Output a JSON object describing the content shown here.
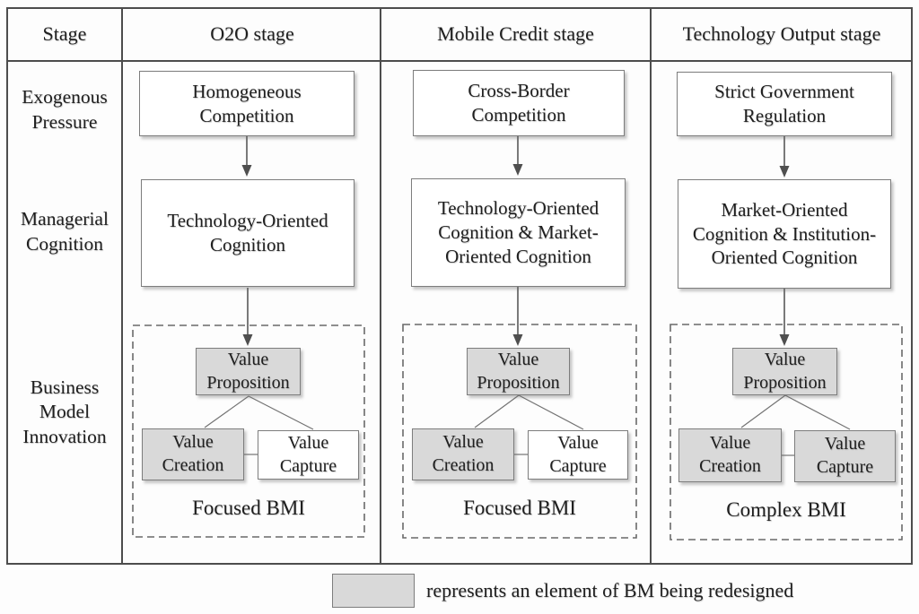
{
  "header": {
    "stage_label": "Stage"
  },
  "row_labels": {
    "exogenous_pressure": "Exogenous Pressure",
    "managerial_cognition": "Managerial Cognition",
    "business_model_innovation": "Business Model Innovation"
  },
  "stages": [
    {
      "name": "O2O stage",
      "exogenous_pressure": "Homogeneous Competition",
      "managerial_cognition": "Technology-Oriented Cognition",
      "bmi": {
        "value_proposition": {
          "label": "Value Proposition",
          "redesigned": true
        },
        "value_creation": {
          "label": "Value Creation",
          "redesigned": true
        },
        "value_capture": {
          "label": "Value Capture",
          "redesigned": false
        },
        "bmi_type": "Focused BMI"
      }
    },
    {
      "name": "Mobile Credit stage",
      "exogenous_pressure": "Cross-Border Competition",
      "managerial_cognition": "Technology-Oriented Cognition & Market-Oriented Cognition",
      "bmi": {
        "value_proposition": {
          "label": "Value Proposition",
          "redesigned": true
        },
        "value_creation": {
          "label": "Value Creation",
          "redesigned": true
        },
        "value_capture": {
          "label": "Value Capture",
          "redesigned": false
        },
        "bmi_type": "Focused BMI"
      }
    },
    {
      "name": "Technology Output stage",
      "exogenous_pressure": "Strict Government Regulation",
      "managerial_cognition": "Market-Oriented Cognition & Institution-Oriented Cognition",
      "bmi": {
        "value_proposition": {
          "label": "Value Proposition",
          "redesigned": true
        },
        "value_creation": {
          "label": "Value Creation",
          "redesigned": true
        },
        "value_capture": {
          "label": "Value Capture",
          "redesigned": true
        },
        "bmi_type": "Complex BMI"
      }
    }
  ],
  "legend": {
    "text": "represents an element of BM being redesigned"
  },
  "colors": {
    "redesigned_fill": "#d9d9d9",
    "normal_fill": "#ffffff",
    "box_border": "#7d7d7d",
    "table_line": "#4d4d4d",
    "dashed_line": "#6a6a6a",
    "arrow": "#4f4f4f",
    "text": "#1f1f1f"
  }
}
